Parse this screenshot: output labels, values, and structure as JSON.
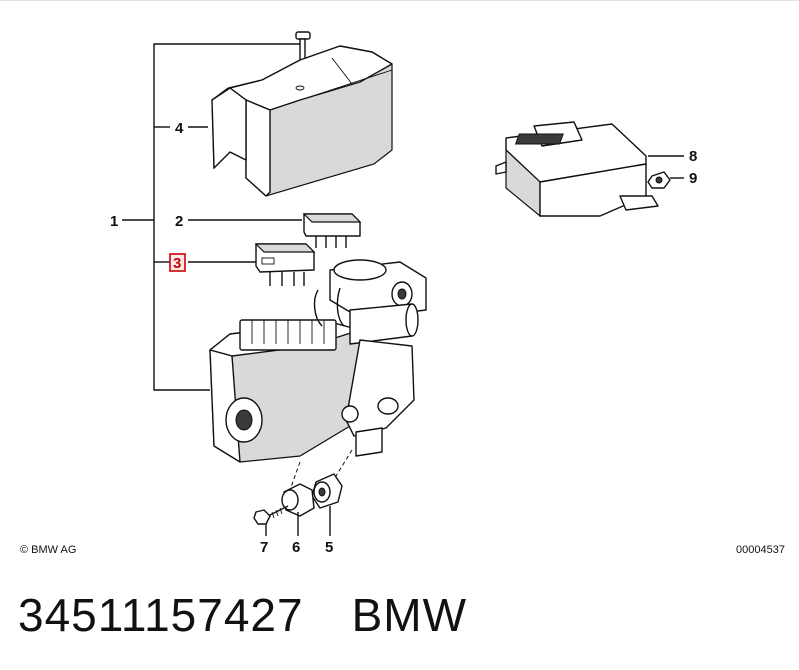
{
  "callouts": {
    "c1": "1",
    "c2": "2",
    "c3": "3",
    "c4": "4",
    "c5": "5",
    "c6": "6",
    "c7": "7",
    "c8": "8",
    "c9": "9"
  },
  "copyright": "© BMW AG",
  "diagram_number": "00004537",
  "part_number": "34511157427",
  "brand": "BMW",
  "colors": {
    "highlight": "#cc0000",
    "line": "#111111"
  }
}
